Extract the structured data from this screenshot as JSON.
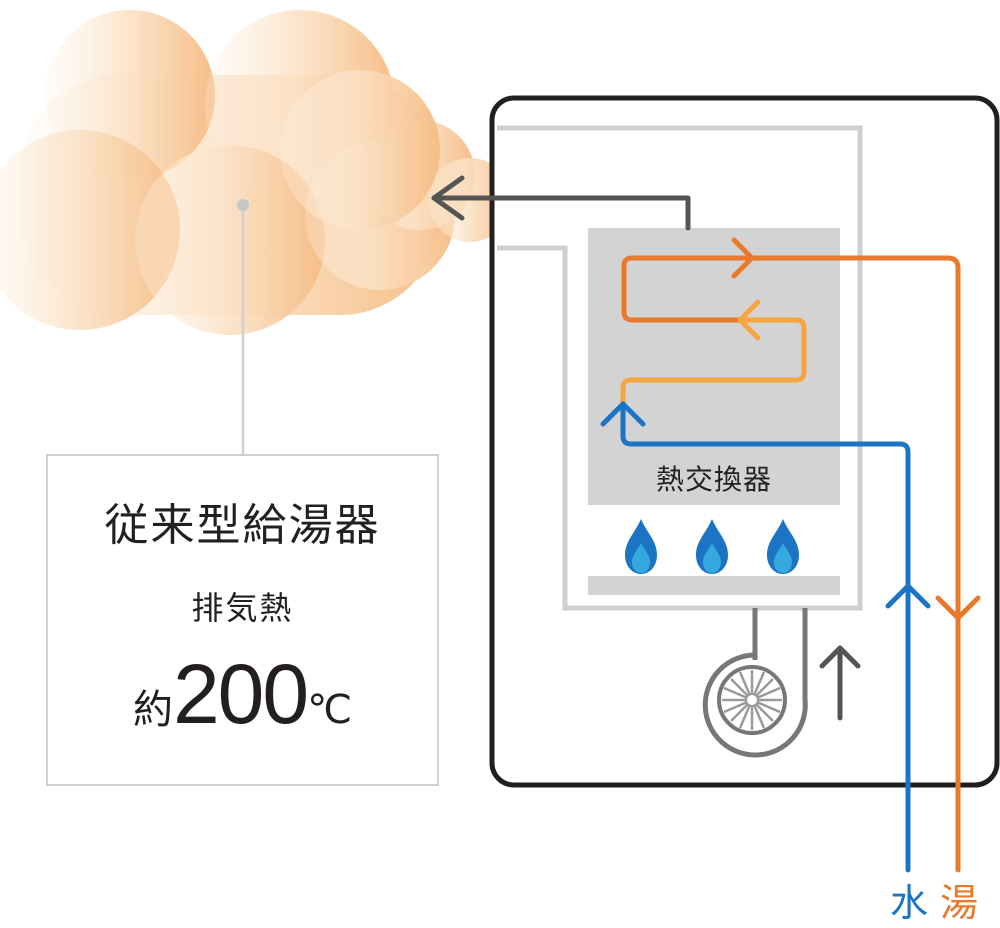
{
  "info_box": {
    "title": "従来型給湯器",
    "subtitle": "排気熱",
    "temp_prefix": "約",
    "temp_value": "200",
    "temp_unit": "℃"
  },
  "heat_exchanger": {
    "label": "熱交換器"
  },
  "pipes": {
    "water_label": "水",
    "hot_label": "湯"
  },
  "colors": {
    "water": "#1c74c4",
    "hot": "#ea7a2b",
    "warm": "#f5a540",
    "exhaust": "#555555",
    "frame": "#231f20",
    "inner_frame": "#cfcfcf",
    "exchanger_fill": "#d3d3d3",
    "steam": "#f6c08c",
    "flame_outer": "#1c74c4",
    "flame_inner": "#35a8e0"
  },
  "icons": {
    "flame": "flame-icon",
    "fan": "fan-icon",
    "arrow": "arrow-icon"
  }
}
